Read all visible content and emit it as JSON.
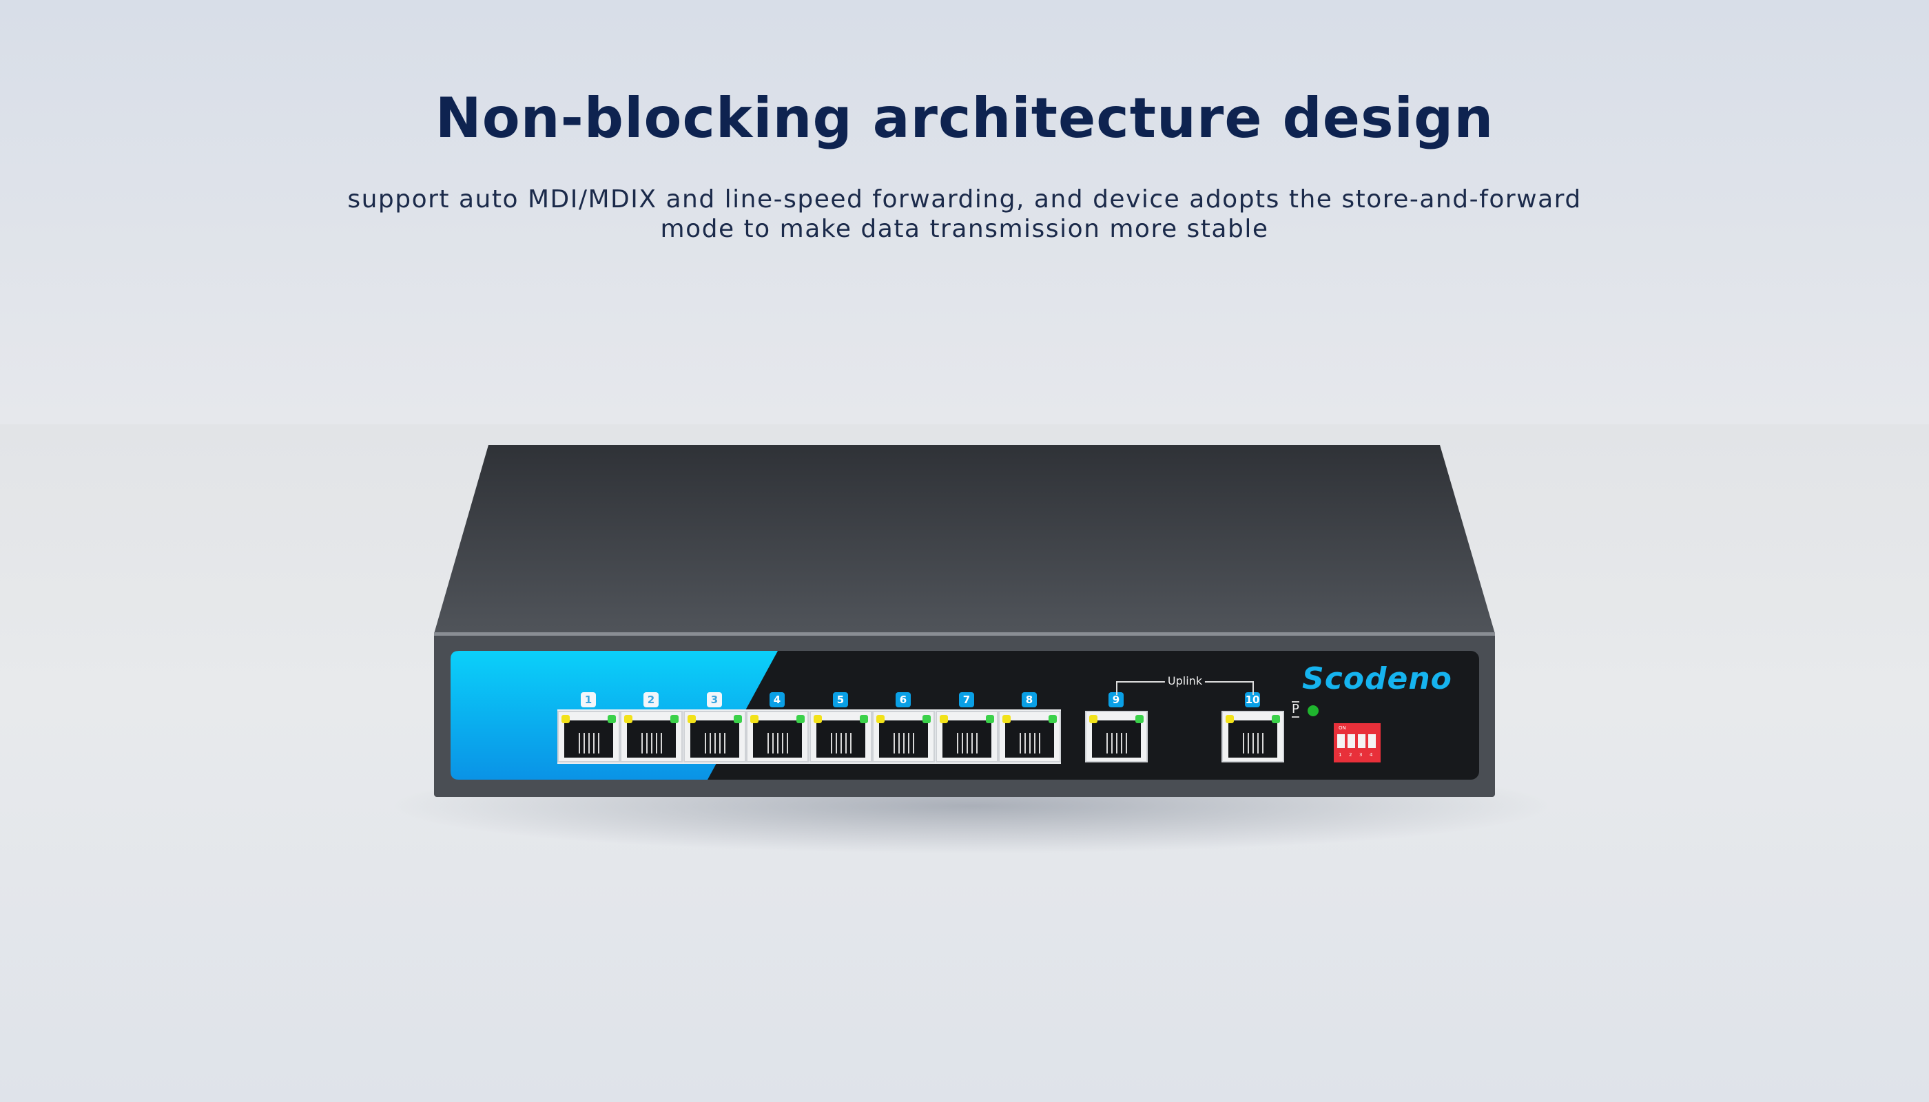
{
  "heading": {
    "title": "Non-blocking architecture design",
    "subtitle_line1": "support auto MDI/MDIX and line-speed forwarding, and device adopts the store-and-forward",
    "subtitle_line2": "mode to make data transmission more stable"
  },
  "device": {
    "brand": "Scodeno",
    "uplink_label": "Uplink",
    "power_label": "P",
    "ports": [
      "1",
      "2",
      "3",
      "4",
      "5",
      "6",
      "7",
      "8",
      "9",
      "10"
    ],
    "dip": {
      "on_label": "ON",
      "switches": [
        "1",
        "2",
        "3",
        "4"
      ]
    },
    "colors": {
      "accent": "#0aa0e6",
      "body": "#3d4147",
      "panel": "#17191c",
      "dip": "#e8303a"
    }
  }
}
